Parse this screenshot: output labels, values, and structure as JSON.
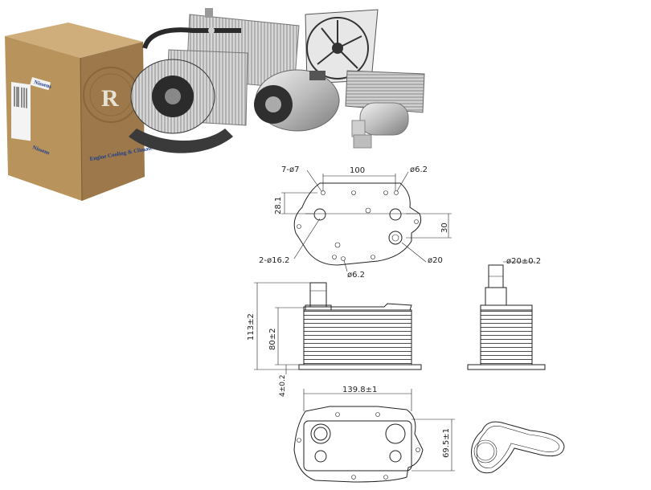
{
  "box": {
    "brand_top": "Nissens",
    "brand_side": "Nissens",
    "side_text": "Engine Cooling & Climate",
    "side_mark": "R"
  },
  "dims": {
    "top_width": "100",
    "top_holes": "7-ø7",
    "top_small_hole": "ø6.2",
    "top_height": "28.1",
    "top_offset": "30",
    "top_big_holes": "2-ø16.2",
    "top_bottom_hole": "ø6.2",
    "top_port": "ø20",
    "front_total_height": "113±2",
    "front_body_height": "80±2",
    "front_base": "4±0.2",
    "side_pipe": "ø20±0.2",
    "bottom_width": "139.8±1",
    "bottom_depth": "69.5±1"
  },
  "colors": {
    "box_front": "#b9935c",
    "box_side": "#9c784a",
    "box_top": "#cfae7c",
    "line": "#222222",
    "brand_blue": "#1d3f8f"
  }
}
